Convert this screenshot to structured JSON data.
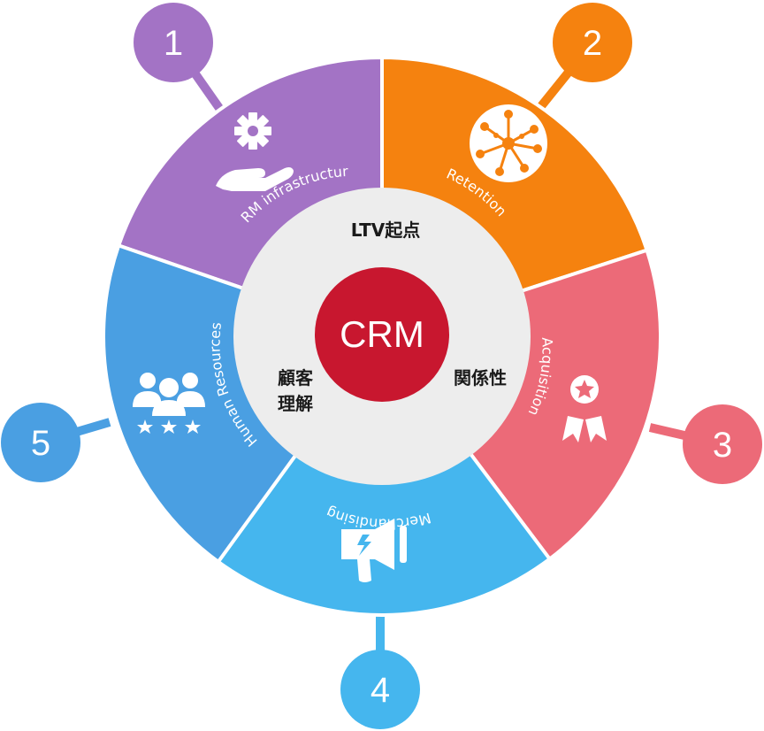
{
  "diagram": {
    "center": {
      "label": "CRM",
      "color": "#c8172f"
    },
    "inner_ring": {
      "color": "#ededed",
      "labels": {
        "top": "LTV起点",
        "left_line1": "顧客",
        "left_line2": "理解",
        "right": "関係性"
      }
    },
    "segments": [
      {
        "number": "1",
        "label": "CRM infrastructure",
        "icon": "hand-gear-icon",
        "color": "#a373c5"
      },
      {
        "number": "2",
        "label": "Retention",
        "icon": "network-hub-icon",
        "color": "#f5820f"
      },
      {
        "number": "3",
        "label": "Acquisition",
        "icon": "award-badge-icon",
        "color": "#ec6a78"
      },
      {
        "number": "4",
        "label": "Merchandising",
        "icon": "megaphone-icon",
        "color": "#45b6ee"
      },
      {
        "number": "5",
        "label": "Human Resources",
        "icon": "people-stars-icon",
        "color": "#4a9fe2"
      }
    ]
  }
}
